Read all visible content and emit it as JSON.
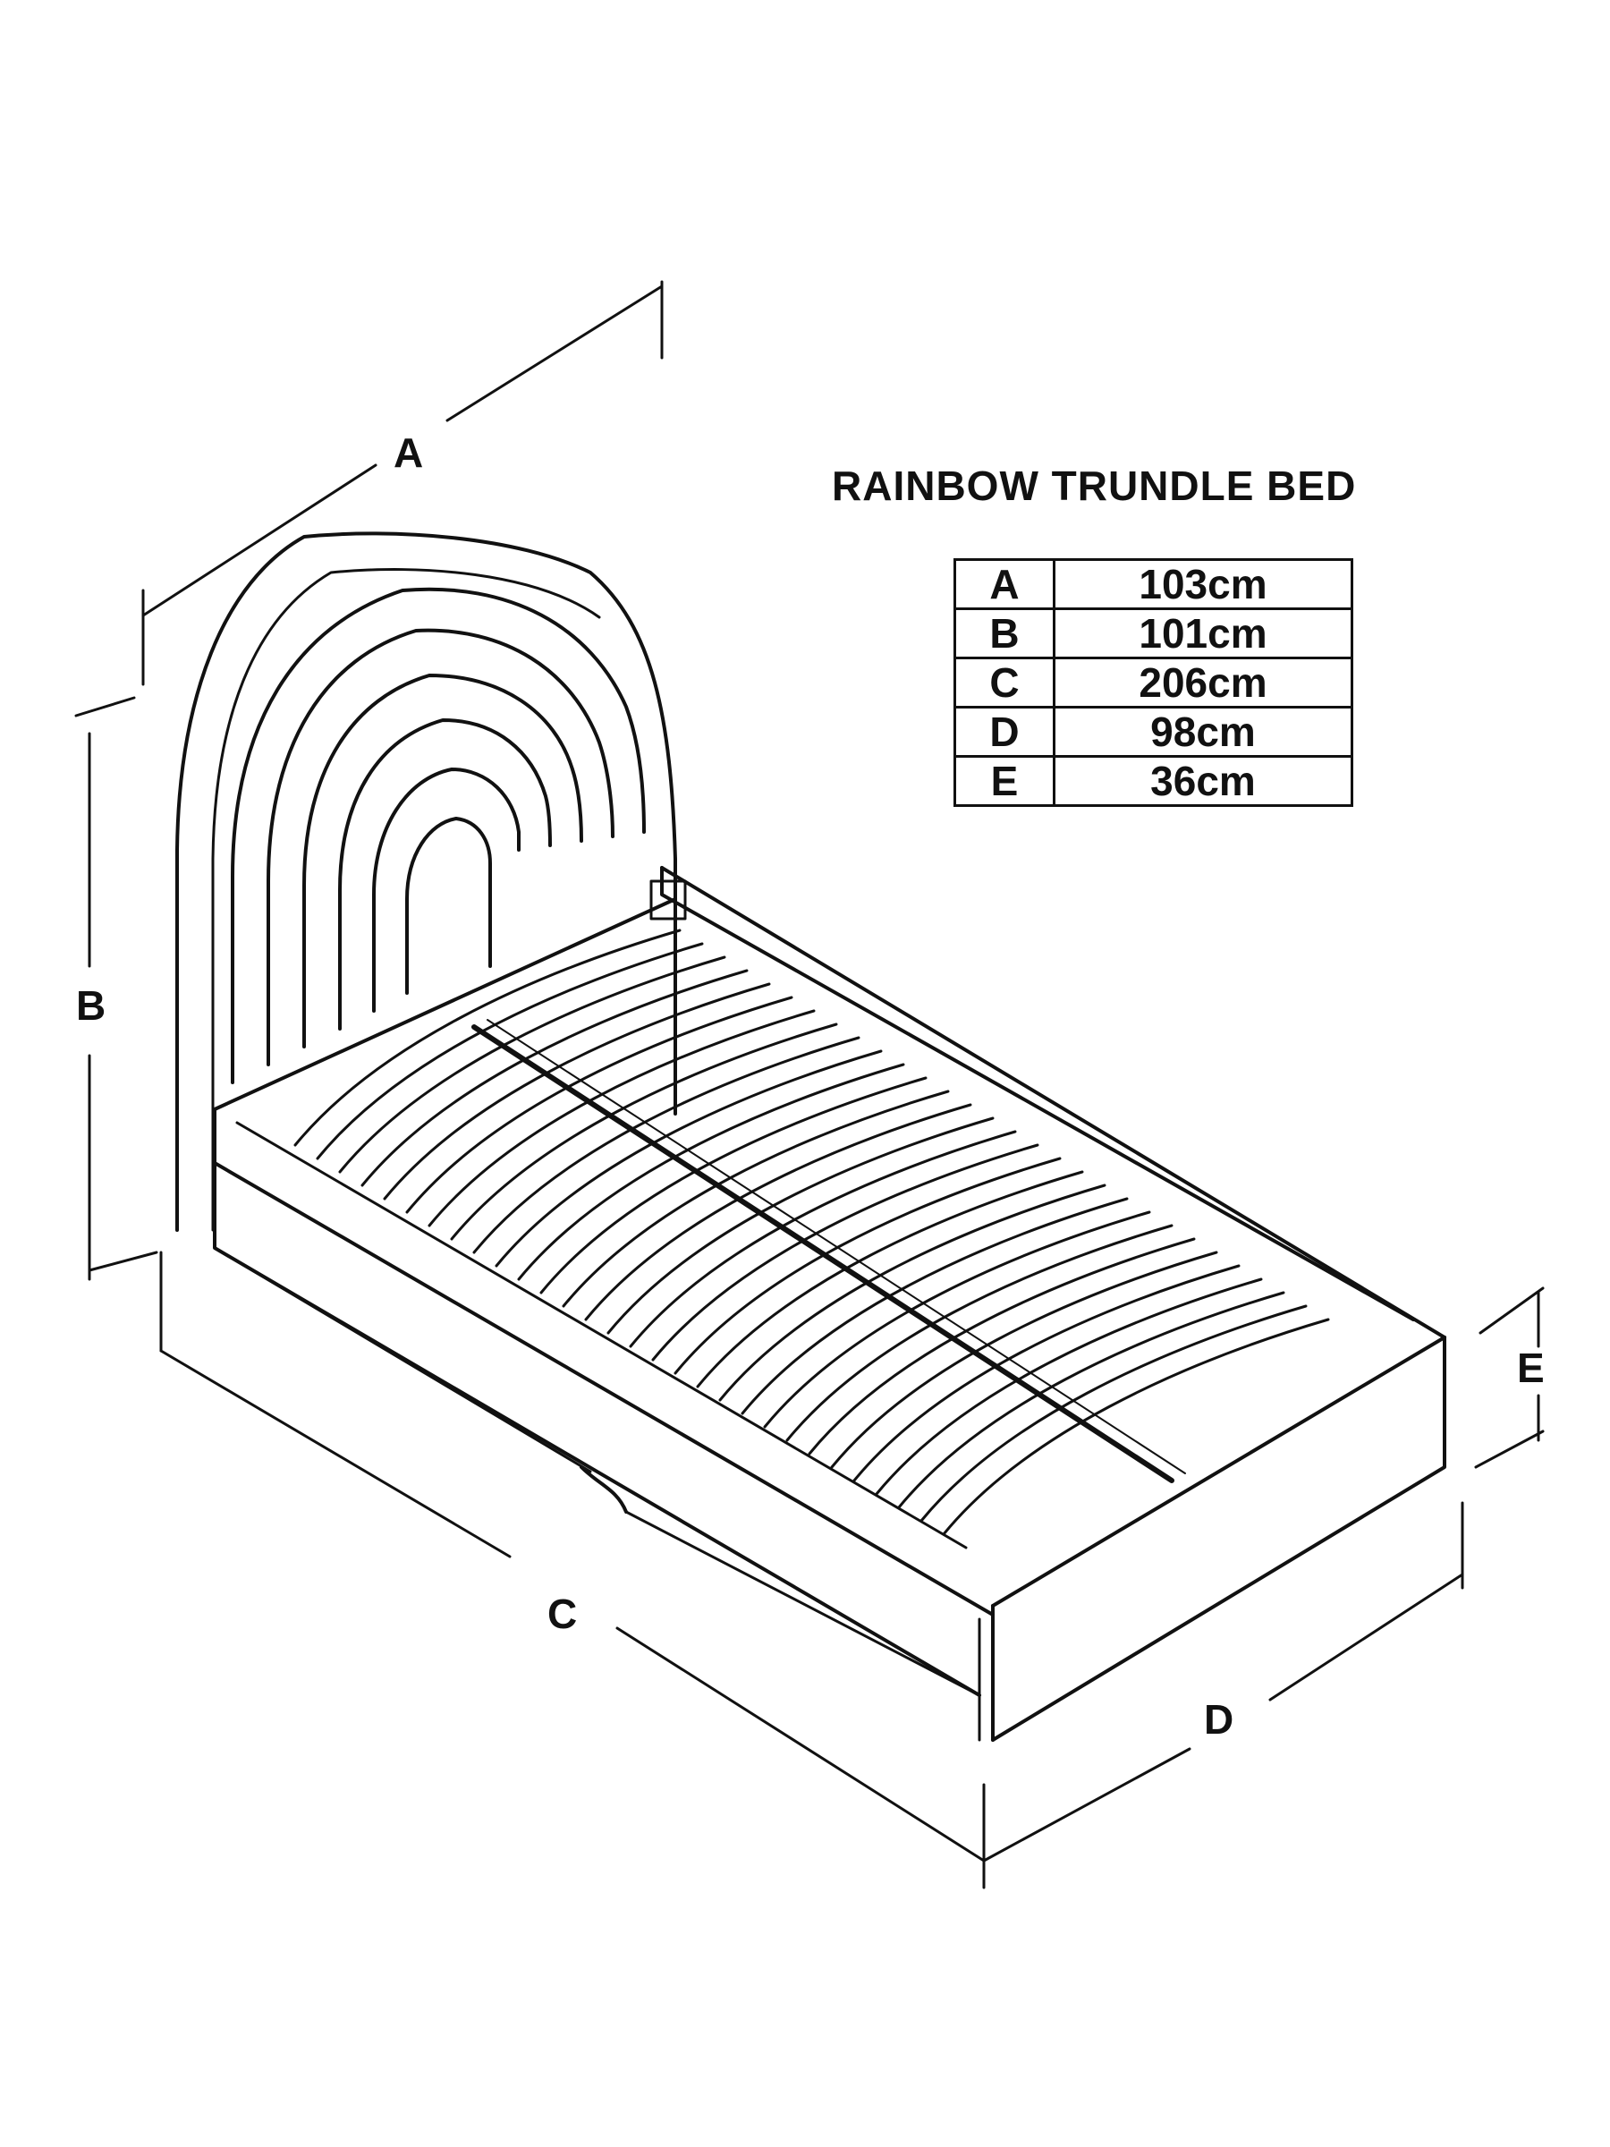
{
  "title": "RAINBOW TRUNDLE BED",
  "dimension_labels": {
    "a": "A",
    "b": "B",
    "c": "C",
    "d": "D",
    "e": "E"
  },
  "dimensions_table": {
    "rows": [
      {
        "key": "A",
        "value": "103cm"
      },
      {
        "key": "B",
        "value": "101cm"
      },
      {
        "key": "C",
        "value": "206cm"
      },
      {
        "key": "D",
        "value": "98cm"
      },
      {
        "key": "E",
        "value": "36cm"
      }
    ]
  },
  "colors": {
    "ink": "#111111",
    "background": "#ffffff"
  }
}
